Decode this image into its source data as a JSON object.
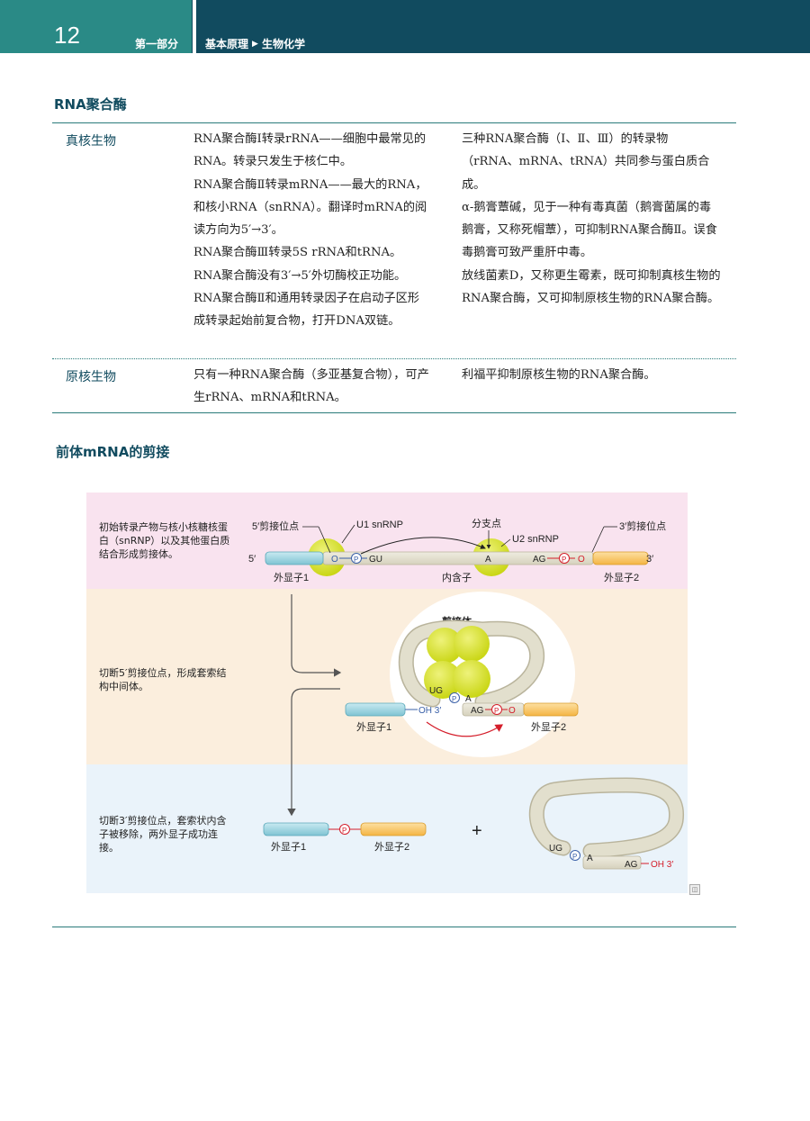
{
  "header": {
    "page_number": "12",
    "part": "第一部分",
    "breadcrumb": [
      "基本原理",
      "生物化学"
    ]
  },
  "section1": {
    "title": "RNA聚合酶",
    "rows": [
      {
        "label": "真核生物",
        "col1": [
          "RNA聚合酶Ⅰ转录rRNA——细胞中最常见的RNA。转录只发生于核仁中。",
          "RNA聚合酶Ⅱ转录mRNA——最大的RNA，和核小RNA（snRNA）。翻译时mRNA的阅读方向为5′→3′。",
          "RNA聚合酶Ⅲ转录5S rRNA和tRNA。",
          "RNA聚合酶没有3′→5′外切酶校正功能。RNA聚合酶Ⅱ和通用转录因子在启动子区形成转录起始前复合物，打开DNA双链。"
        ],
        "col2": [
          "三种RNA聚合酶（Ⅰ、Ⅱ、Ⅲ）的转录物（rRNA、mRNA、tRNA）共同参与蛋白质合成。",
          "α-鹅膏蕈碱，见于一种有毒真菌（鹅膏菌属的毒鹅膏，又称死帽蕈），可抑制RNA聚合酶Ⅱ。误食毒鹅膏可致严重肝中毒。",
          "放线菌素D，又称更生霉素，既可抑制真核生物的RNA聚合酶，又可抑制原核生物的RNA聚合酶。"
        ]
      },
      {
        "label": "原核生物",
        "col1": [
          "只有一种RNA聚合酶（多亚基复合物），可产生rRNA、mRNA和tRNA。"
        ],
        "col2": [
          "利福平抑制原核生物的RNA聚合酶。"
        ]
      }
    ]
  },
  "section2": {
    "title": "前体mRNA的剪接",
    "steps": [
      "初始转录产物与核小核糖核蛋白（snRNP）以及其他蛋白质结合形成剪接体。",
      "切断5′剪接位点，形成套索结构中间体。",
      "切断3′剪接位点，套索状内含子被移除，两外显子成功连接。"
    ],
    "labels": {
      "site5": "5′剪接位点",
      "u1": "U1 snRNP",
      "branch": "分支点",
      "u2": "U2 snRNP",
      "site3": "3′剪接位点",
      "five": "5′",
      "three": "3′",
      "exon1": "外显子1",
      "exon2": "外显子2",
      "intron": "内含子",
      "spliceosome": "剪接体",
      "o": "O",
      "p": "P",
      "gu": "GU",
      "ug": "UG",
      "a": "A",
      "ag": "AG",
      "oh3": "OH 3′",
      "plus": "+"
    },
    "colors": {
      "exon1": "#9fd3df",
      "exon2": "#f9c56c",
      "intron": "#e2dfcd",
      "snrnp": "#d8e21d",
      "accent_red": "#d41d2a",
      "accent_blue": "#3a60a8"
    }
  }
}
